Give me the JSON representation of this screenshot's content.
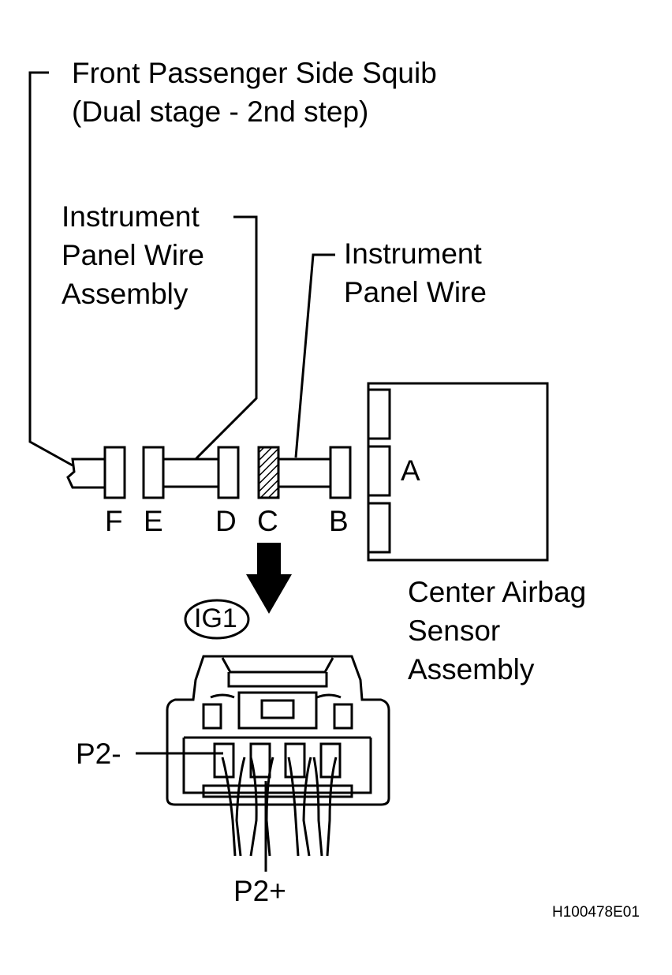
{
  "labels": {
    "squib_line1": "Front Passenger Side Squib",
    "squib_line2": "(Dual stage - 2nd step)",
    "ipwa_line1": "Instrument",
    "ipwa_line2": "Panel Wire",
    "ipwa_line3": "Assembly",
    "ipw_line1": "Instrument",
    "ipw_line2": "Panel Wire",
    "center_line1": "Center Airbag",
    "center_line2": "Sensor",
    "center_line3": "Assembly"
  },
  "connectors": {
    "A": "A",
    "B": "B",
    "C": "C",
    "D": "D",
    "E": "E",
    "F": "F"
  },
  "detail": {
    "connector_id": "IG1",
    "pin_minus": "P2-",
    "pin_plus": "P2+"
  },
  "figure_code": "H100478E01",
  "colors": {
    "line": "#000000",
    "background": "#ffffff"
  }
}
